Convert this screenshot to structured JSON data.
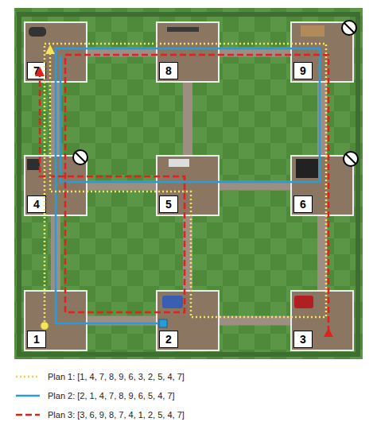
{
  "diagram": {
    "nodes": [
      {
        "text": [
          "7"
        ]
      },
      {
        "text": [
          "8"
        ]
      },
      {
        "text": [
          "9"
        ]
      },
      {
        "text": [
          "4"
        ]
      },
      {
        "text": [
          "5"
        ]
      },
      {
        "text": [
          "6"
        ]
      },
      {
        "text": [
          "1"
        ]
      },
      {
        "text": [
          "2"
        ]
      },
      {
        "text": [
          "3"
        ]
      }
    ],
    "edges": [
      {
        "from": 0,
        "to": 1,
        "arrow": "none"
      },
      {
        "from": 1,
        "to": 2,
        "arrow": "none"
      },
      {
        "from": 0,
        "to": 3,
        "arrow": "none"
      },
      {
        "from": 1,
        "to": 4,
        "arrow": "none"
      },
      {
        "from": 2,
        "to": 5,
        "arrow": "none"
      },
      {
        "from": 3,
        "to": 4,
        "arrow": "none"
      },
      {
        "from": 4,
        "to": 5,
        "arrow": "none"
      },
      {
        "from": 3,
        "to": 6,
        "arrow": "none"
      },
      {
        "from": 4,
        "to": 7,
        "arrow": "none"
      },
      {
        "from": 5,
        "to": 8,
        "arrow": "none"
      },
      {
        "from": 6,
        "to": 7,
        "arrow": "none"
      },
      {
        "from": 7,
        "to": 8,
        "arrow": "none"
      }
    ],
    "legend": [
      {
        "text": "Plan 1: [1, 4, 7, 8, 9, 6, 3, 2, 5, 4, 7]"
      },
      {
        "text": "Plan 2: [2, 1, 4, 7, 8, 9, 6, 5, 4, 7]"
      },
      {
        "text": "Plan 3: [3, 6, 9, 8, 7, 4, 1, 2, 5, 4, 7]"
      }
    ]
  }
}
